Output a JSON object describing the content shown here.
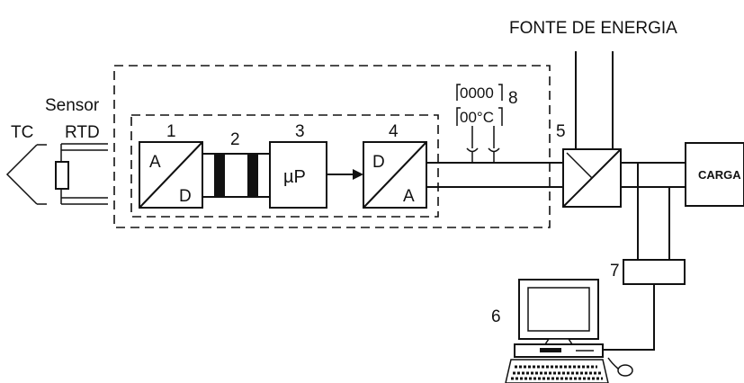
{
  "title": "FONTE DE ENERGIA",
  "sensor": {
    "label": "Sensor",
    "tc": "TC",
    "rtd": "RTD"
  },
  "blocks": {
    "adc": {
      "number": "1",
      "top": "A",
      "bottom": "D"
    },
    "isolator": {
      "number": "2"
    },
    "micro": {
      "number": "3",
      "label": "µP"
    },
    "dac": {
      "number": "4",
      "top": "D",
      "bottom": "A"
    },
    "power": {
      "number": "5"
    },
    "computer": {
      "number": "6"
    },
    "interface": {
      "number": "7"
    },
    "display": {
      "number": "8",
      "line1": "0000",
      "line2": "00°C"
    }
  },
  "load": {
    "label": "CARGA"
  }
}
